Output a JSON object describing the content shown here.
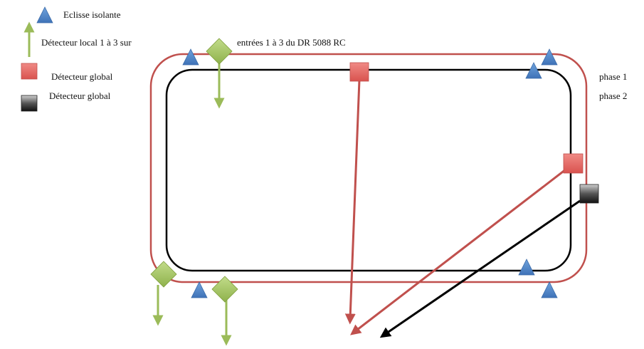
{
  "legend": {
    "insulator_label": "Eclisse isolante",
    "local_detector_label": "Détecteur local 1 à 3 sur",
    "local_detector_continuation": "entrées 1 à 3 du DR 5088 RC",
    "global_detector_phase1_label": "Détecteur global",
    "global_detector_phase2_label": "Détecteur global"
  },
  "track_labels": {
    "phase1": "phase 1",
    "phase2": "phase 2"
  },
  "colors": {
    "phase1_track": "#c0504d",
    "phase2_track": "#000000",
    "insulator": "#4f81bd",
    "local_detector": "#9bbb59",
    "global_detector_phase1": "#e9605a",
    "global_detector_phase2": "#444444"
  },
  "icons": {
    "insulator": "triangle",
    "local_detector": "diamond",
    "global_detector": "square"
  }
}
